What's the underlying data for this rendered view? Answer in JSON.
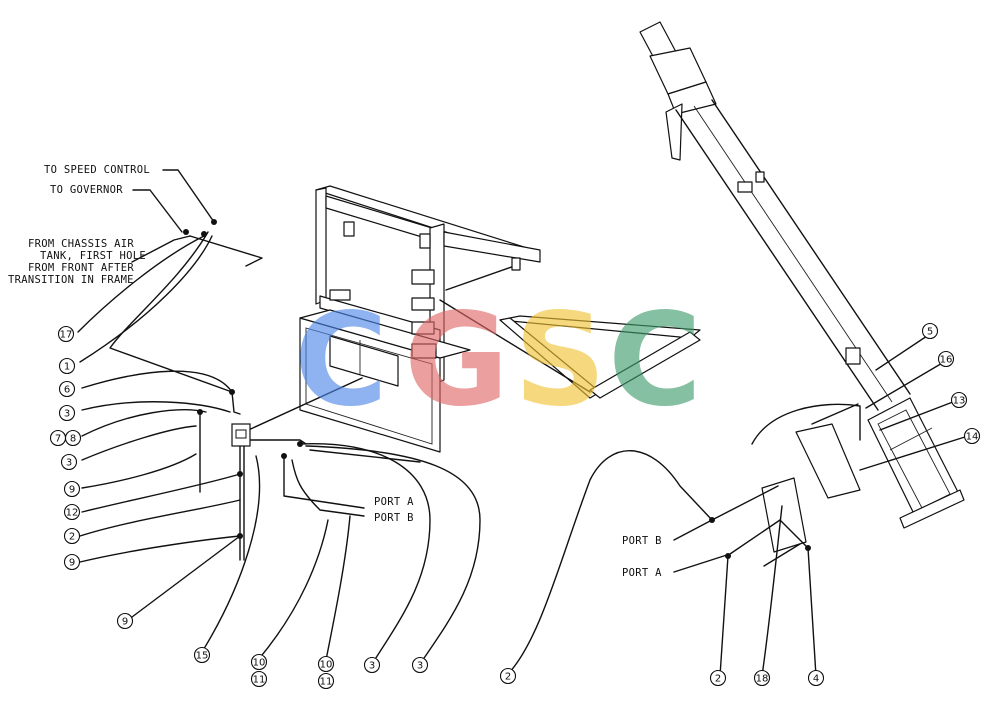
{
  "notes": {
    "speed_control": "TO SPEED CONTROL",
    "governor": "TO GOVERNOR",
    "chassis_line1": "FROM CHASSIS AIR",
    "chassis_line2": "TANK, FIRST HOLE",
    "chassis_line3": "FROM FRONT AFTER",
    "chassis_line4": "TRANSITION IN FRAME"
  },
  "ports": {
    "port_a_left": "PORT A",
    "port_b_left": "PORT B",
    "port_b_right": "PORT B",
    "port_a_right": "PORT A"
  },
  "callouts": {
    "c17": "17",
    "c1": "1",
    "c6": "6",
    "c3a": "3",
    "c7": "7",
    "c8": "8",
    "c3b": "3",
    "c9a": "9",
    "c12": "12",
    "c2a": "2",
    "c9b": "9",
    "c9c": "9",
    "c15": "15",
    "c10a": "10",
    "c11a": "11",
    "c10b": "10",
    "c11b": "11",
    "c3c": "3",
    "c3d": "3",
    "c2b": "2",
    "c2c": "2",
    "c18": "18",
    "c4": "4",
    "c5": "5",
    "c16": "16",
    "c13": "13",
    "c14": "14"
  },
  "watermark": {
    "g1": "C",
    "g2": "G",
    "g3": "S",
    "g4": "C",
    "colors": [
      "#4a86e8",
      "#e06666",
      "#f1c232",
      "#3c9a6a"
    ]
  }
}
